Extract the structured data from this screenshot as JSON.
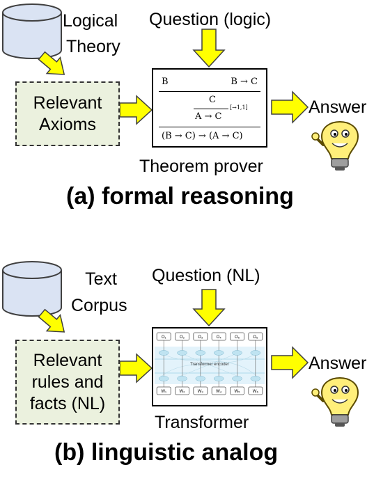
{
  "panel_a": {
    "source_label": [
      "Logical",
      "Theory"
    ],
    "question": "Question (logic)",
    "axioms_box": [
      "Relevant",
      "Axioms"
    ],
    "proof": {
      "top_left": "B",
      "top_right": "B → C",
      "middle_numerator": "C",
      "middle_denominator": "A → C",
      "middle_tag": "[→1,1]",
      "conclusion": "(B → C) → (A → C)"
    },
    "answer": "Answer",
    "engine_label": "Theorem prover",
    "caption": "(a) formal reasoning"
  },
  "panel_b": {
    "source_label": [
      "Text",
      "Corpus"
    ],
    "question": "Question (NL)",
    "rules_box": [
      "Relevant",
      "rules and",
      "facts (NL)"
    ],
    "transformer": {
      "encoder_label": "Transformer encoder",
      "outputs": [
        "O₁",
        "O₂",
        "O₃",
        "O₄",
        "O₅",
        "O₆"
      ],
      "inputs": [
        "W₁",
        "W₂",
        "W₃",
        "W₄",
        "W₅",
        "W₆"
      ]
    },
    "answer": "Answer",
    "engine_label": "Transformer",
    "caption": "(b) linguistic analog"
  },
  "colors": {
    "arrow_fill": "#ffff00",
    "arrow_stroke": "#404040",
    "cylinder_fill": "#dae3f3",
    "box_fill": "#ebf1de",
    "bulb_fill": "#ffef7a"
  },
  "icons": [
    "database-cylinder-icon",
    "lightbulb-mascot-icon",
    "block-arrow-icon"
  ]
}
